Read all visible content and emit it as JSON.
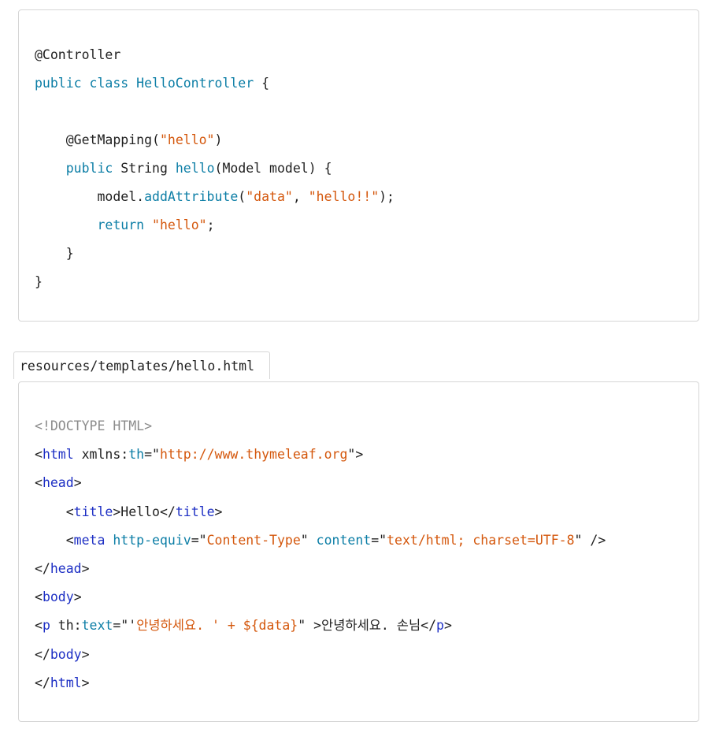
{
  "java_block": {
    "lines": [
      [
        {
          "text": "@Controller",
          "kind": "plain"
        }
      ],
      [
        {
          "text": "public class ",
          "kind": "keyword"
        },
        {
          "text": "HelloController",
          "kind": "keyword"
        },
        {
          "text": " {",
          "kind": "plain"
        }
      ],
      [],
      [
        {
          "text": "    @GetMapping(",
          "kind": "plain"
        },
        {
          "text": "\"hello\"",
          "kind": "string"
        },
        {
          "text": ")",
          "kind": "plain"
        }
      ],
      [
        {
          "text": "    ",
          "kind": "plain"
        },
        {
          "text": "public",
          "kind": "keyword"
        },
        {
          "text": " String ",
          "kind": "plain"
        },
        {
          "text": "hello",
          "kind": "keyword"
        },
        {
          "text": "(Model model) {",
          "kind": "plain"
        }
      ],
      [
        {
          "text": "        model.",
          "kind": "plain"
        },
        {
          "text": "addAttribute",
          "kind": "keyword"
        },
        {
          "text": "(",
          "kind": "plain"
        },
        {
          "text": "\"data\"",
          "kind": "string"
        },
        {
          "text": ", ",
          "kind": "plain"
        },
        {
          "text": "\"hello!!\"",
          "kind": "string"
        },
        {
          "text": ");",
          "kind": "plain"
        }
      ],
      [
        {
          "text": "        ",
          "kind": "plain"
        },
        {
          "text": "return",
          "kind": "keyword"
        },
        {
          "text": " ",
          "kind": "plain"
        },
        {
          "text": "\"hello\"",
          "kind": "string"
        },
        {
          "text": ";",
          "kind": "plain"
        }
      ],
      [
        {
          "text": "    }",
          "kind": "plain"
        }
      ],
      [
        {
          "text": "}",
          "kind": "plain"
        }
      ]
    ]
  },
  "file_tab": {
    "filename": "resources/templates/hello.html"
  },
  "html_block": {
    "lines": [
      [
        {
          "text": "<!DOCTYPE HTML>",
          "kind": "comment"
        }
      ],
      [
        {
          "text": "<",
          "kind": "plain"
        },
        {
          "text": "html",
          "kind": "tag"
        },
        {
          "text": " xmlns:",
          "kind": "plain"
        },
        {
          "text": "th",
          "kind": "attr"
        },
        {
          "text": "=\"",
          "kind": "plain"
        },
        {
          "text": "http://www.thymeleaf.org",
          "kind": "string"
        },
        {
          "text": "\">",
          "kind": "plain"
        }
      ],
      [
        {
          "text": "<",
          "kind": "plain"
        },
        {
          "text": "head",
          "kind": "tag"
        },
        {
          "text": ">",
          "kind": "plain"
        }
      ],
      [
        {
          "text": "    <",
          "kind": "plain"
        },
        {
          "text": "title",
          "kind": "tag"
        },
        {
          "text": ">Hello</",
          "kind": "plain"
        },
        {
          "text": "title",
          "kind": "tag"
        },
        {
          "text": ">",
          "kind": "plain"
        }
      ],
      [
        {
          "text": "    <",
          "kind": "plain"
        },
        {
          "text": "meta",
          "kind": "tag"
        },
        {
          "text": " ",
          "kind": "plain"
        },
        {
          "text": "http-equiv",
          "kind": "attr"
        },
        {
          "text": "=\"",
          "kind": "plain"
        },
        {
          "text": "Content-Type",
          "kind": "string"
        },
        {
          "text": "\" ",
          "kind": "plain"
        },
        {
          "text": "content",
          "kind": "attr"
        },
        {
          "text": "=\"",
          "kind": "plain"
        },
        {
          "text": "text/html; charset=UTF-8",
          "kind": "string"
        },
        {
          "text": "\" />",
          "kind": "plain"
        }
      ],
      [
        {
          "text": "</",
          "kind": "plain"
        },
        {
          "text": "head",
          "kind": "tag"
        },
        {
          "text": ">",
          "kind": "plain"
        }
      ],
      [
        {
          "text": "<",
          "kind": "plain"
        },
        {
          "text": "body",
          "kind": "tag"
        },
        {
          "text": ">",
          "kind": "plain"
        }
      ],
      [
        {
          "text": "<",
          "kind": "plain"
        },
        {
          "text": "p",
          "kind": "tag"
        },
        {
          "text": " th:",
          "kind": "plain"
        },
        {
          "text": "text",
          "kind": "attr"
        },
        {
          "text": "=\"'",
          "kind": "plain"
        },
        {
          "text": "안녕하세요. ' + ${data}",
          "kind": "string"
        },
        {
          "text": "\" >안녕하세요. 손님</",
          "kind": "plain"
        },
        {
          "text": "p",
          "kind": "tag"
        },
        {
          "text": ">",
          "kind": "plain"
        }
      ],
      [
        {
          "text": "</",
          "kind": "plain"
        },
        {
          "text": "body",
          "kind": "tag"
        },
        {
          "text": ">",
          "kind": "plain"
        }
      ],
      [
        {
          "text": "</",
          "kind": "plain"
        },
        {
          "text": "html",
          "kind": "tag"
        },
        {
          "text": ">",
          "kind": "plain"
        }
      ]
    ]
  },
  "colors": {
    "keyword": "#0c7ea6",
    "string": "#d4570c",
    "tag": "#1d2fc4",
    "attr": "#0c7ea6",
    "comment": "#8b8b8b",
    "plain": "#1f1f1f",
    "border": "#d6d6d6"
  }
}
